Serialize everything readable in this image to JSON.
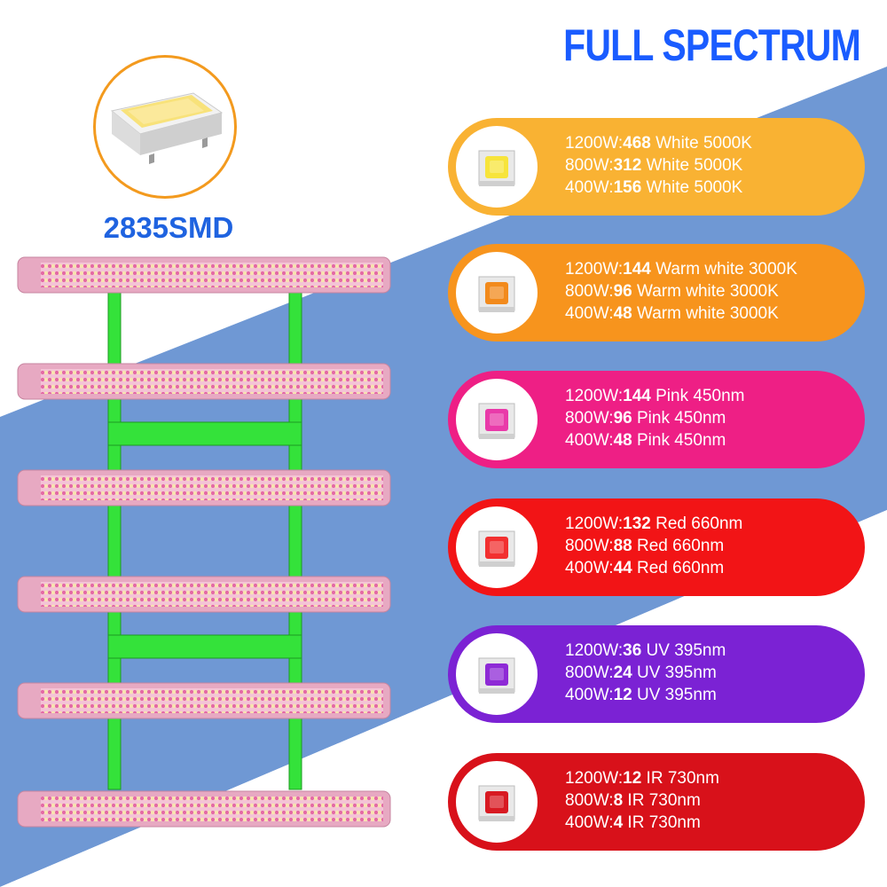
{
  "title": "FULL SPECTRUM",
  "chip_label": "2835SMD",
  "colors": {
    "accent_blue": "#1a5cff",
    "stripe_blue": "#6c97d3",
    "frame_green": "#35e23a",
    "bar_pink": "#e8a7c0"
  },
  "spectrum": [
    {
      "name": "white",
      "color": "#f9b233",
      "chip_color": "#f7e43b",
      "lines": [
        {
          "prefix": "1200W:",
          "count": "468",
          "desc": " White 5000K"
        },
        {
          "prefix": "800W:",
          "count": "312",
          "desc": " White 5000K"
        },
        {
          "prefix": "400W:",
          "count": "156",
          "desc": " White 5000K"
        }
      ]
    },
    {
      "name": "warm",
      "color": "#f7941d",
      "chip_color": "#f28a1c",
      "lines": [
        {
          "prefix": "1200W:",
          "count": "144",
          "desc": " Warm white 3000K"
        },
        {
          "prefix": "800W:",
          "count": "96",
          "desc": " Warm white 3000K"
        },
        {
          "prefix": "400W:",
          "count": "48",
          "desc": " Warm white 3000K"
        }
      ]
    },
    {
      "name": "pink",
      "color": "#ee1f85",
      "chip_color": "#e93aa9",
      "lines": [
        {
          "prefix": "1200W:",
          "count": "144",
          "desc": " Pink 450nm"
        },
        {
          "prefix": "800W:",
          "count": "96",
          "desc": " Pink 450nm"
        },
        {
          "prefix": "400W:",
          "count": "48",
          "desc": " Pink 450nm"
        }
      ]
    },
    {
      "name": "red",
      "color": "#f21416",
      "chip_color": "#f23030",
      "lines": [
        {
          "prefix": "1200W:",
          "count": "132",
          "desc": " Red 660nm"
        },
        {
          "prefix": "800W:",
          "count": "88",
          "desc": " Red 660nm"
        },
        {
          "prefix": "400W:",
          "count": "44",
          "desc": " Red 660nm"
        }
      ]
    },
    {
      "name": "uv",
      "color": "#7b22d4",
      "chip_color": "#8e2ad6",
      "lines": [
        {
          "prefix": "1200W:",
          "count": "36",
          "desc": " UV 395nm"
        },
        {
          "prefix": "800W:",
          "count": "24",
          "desc": " UV 395nm"
        },
        {
          "prefix": "400W:",
          "count": "12",
          "desc": " UV 395nm"
        }
      ]
    },
    {
      "name": "ir",
      "color": "#d8111a",
      "chip_color": "#d81a22",
      "lines": [
        {
          "prefix": "1200W:",
          "count": "12",
          "desc": " IR 730nm"
        },
        {
          "prefix": "800W:",
          "count": "8",
          "desc": " IR 730nm"
        },
        {
          "prefix": "400W:",
          "count": "4",
          "desc": " IR 730nm"
        }
      ]
    }
  ]
}
